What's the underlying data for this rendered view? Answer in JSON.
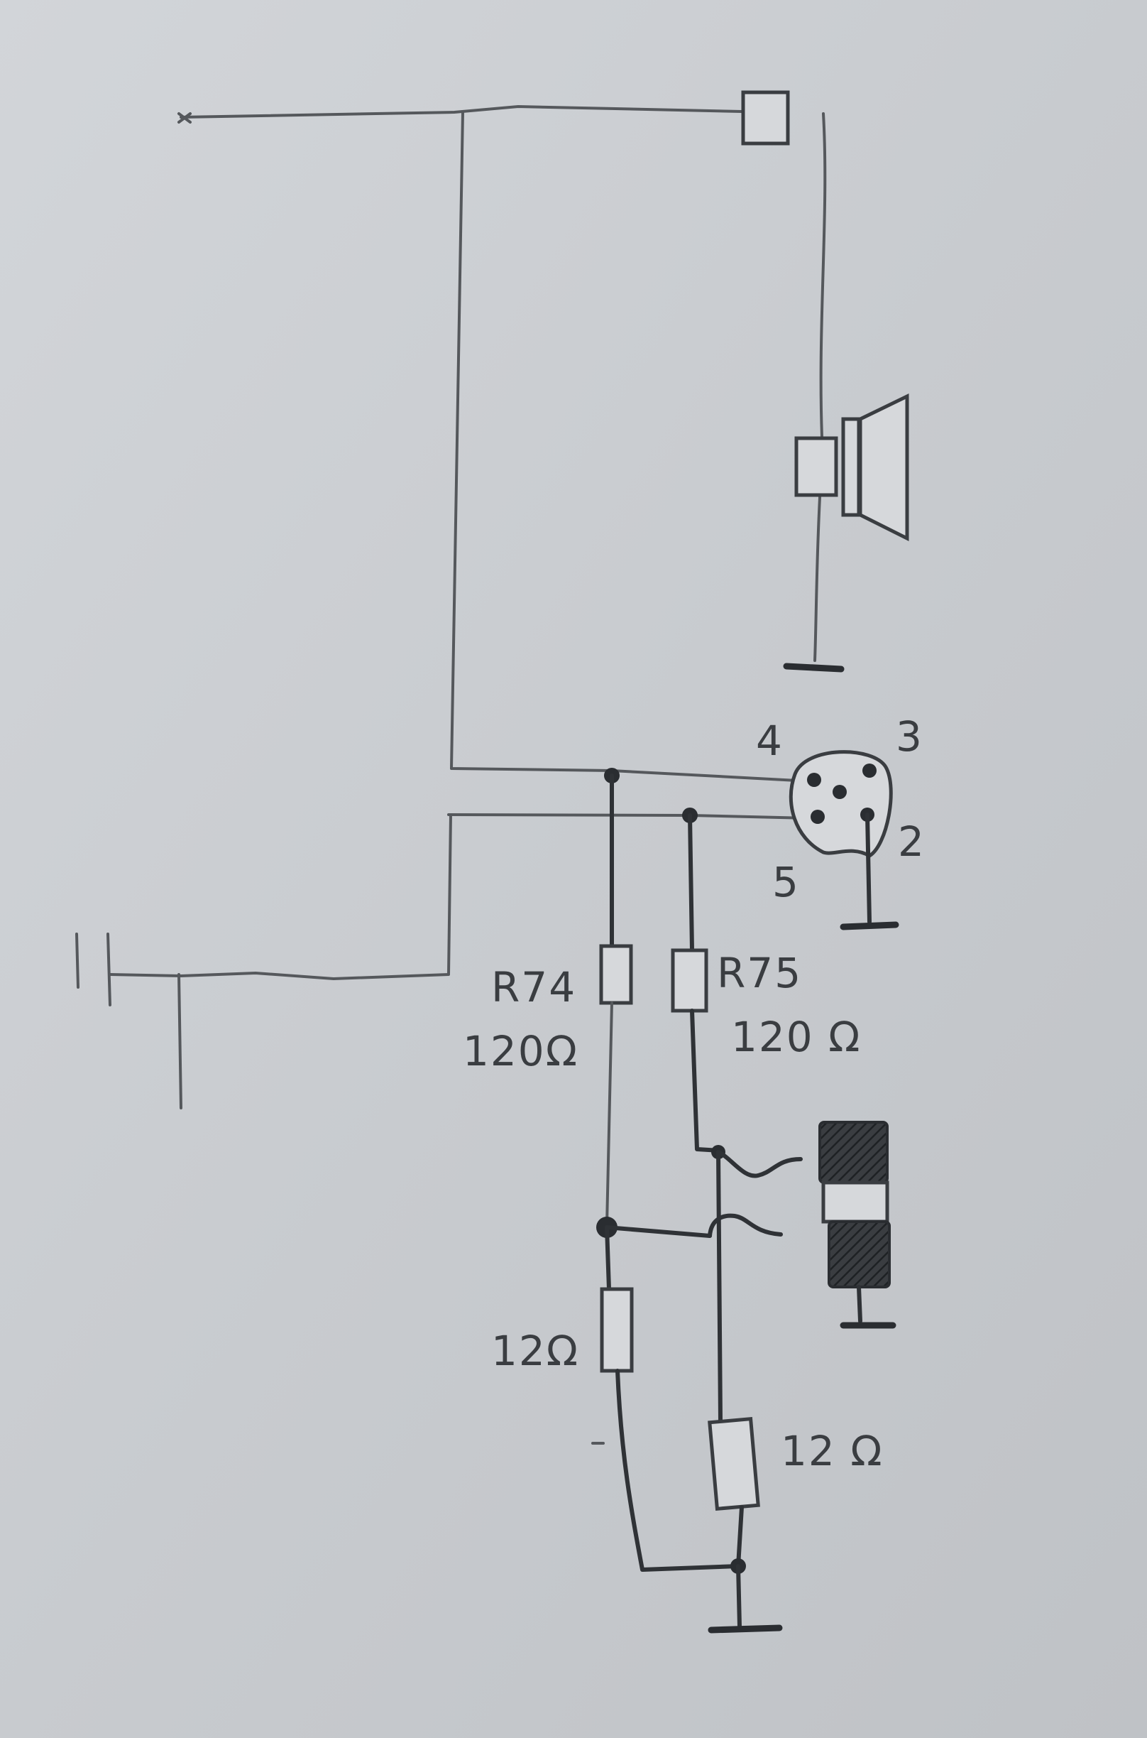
{
  "schematic": {
    "resistors": [
      {
        "ref": "R74",
        "value": "120Ω"
      },
      {
        "ref": "R75",
        "value": "120 Ω"
      },
      {
        "ref": "",
        "value": "12Ω"
      },
      {
        "ref": "",
        "value": "12 Ω"
      }
    ],
    "connector_pins": [
      "4",
      "3",
      "2",
      "5"
    ],
    "colors": {
      "paper": "#c9ccd0",
      "pencil_light": "#55585c",
      "pencil_dark": "#2a2d31"
    }
  }
}
